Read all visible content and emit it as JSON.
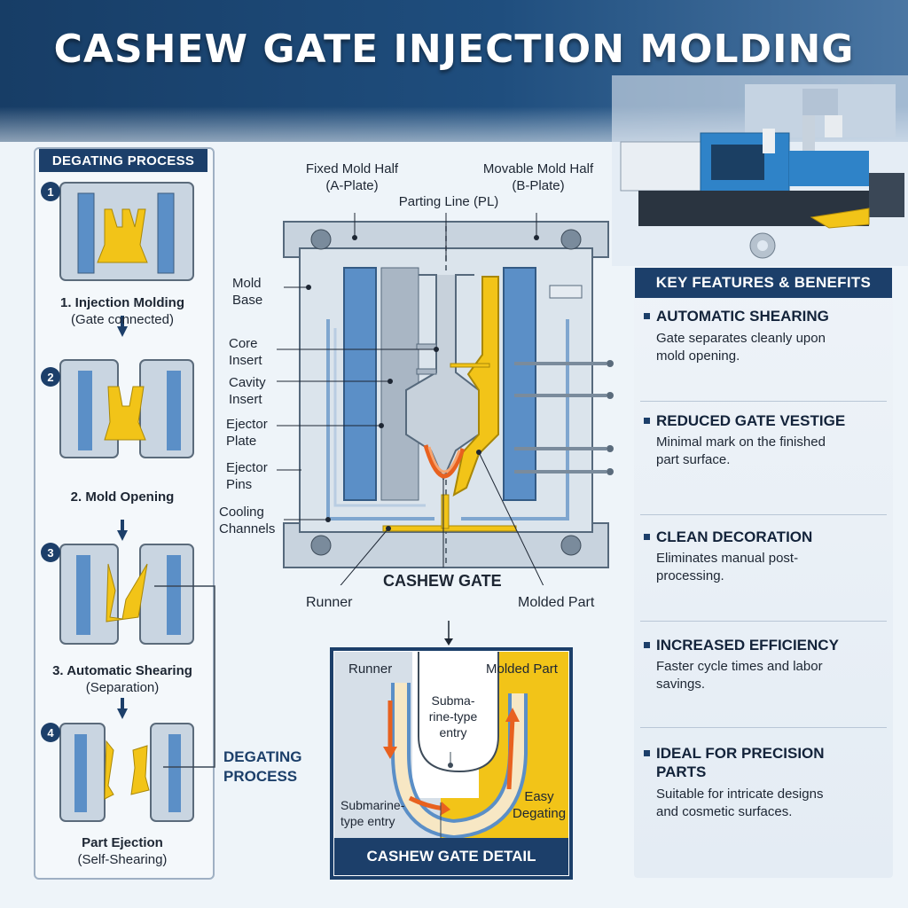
{
  "title": "CASHEW GATE INJECTION MOLDING",
  "degating": {
    "header": "DEGATING PROCESS",
    "steps": [
      {
        "num": "1",
        "title": "1. Injection Molding",
        "sub": "(Gate connected)"
      },
      {
        "num": "2",
        "title": "2. Mold Opening",
        "sub": ""
      },
      {
        "num": "3",
        "title": "3. Automatic Shearing",
        "sub": "(Separation)"
      },
      {
        "num": "4",
        "title": "Part Ejection",
        "sub": "(Self-Shearing)"
      }
    ],
    "side_label": "DEGATING PROCESS"
  },
  "diagram": {
    "fixed_half": "Fixed Mold Half",
    "fixed_plate": "(A-Plate)",
    "movable_half": "Movable Mold Half",
    "movable_plate": "(B-Plate)",
    "parting_line": "Parting Line (PL)",
    "mold_base": [
      "Mold",
      "Base"
    ],
    "core_insert": [
      "Core",
      "Insert"
    ],
    "cavity_insert": [
      "Cavity",
      "Insert"
    ],
    "ejector_plate": [
      "Ejector",
      "Plate"
    ],
    "ejector_pins": [
      "Ejector",
      "Pins"
    ],
    "cooling_channels": [
      "Cooling",
      "Channels"
    ],
    "runner": "Runner",
    "cashew_gate": "CASHEW GATE",
    "molded_part": "Molded Part"
  },
  "detail": {
    "runner": "Runner",
    "molded_part": "Molded Part",
    "entry_inner": [
      "Subma-",
      "rine-type",
      "entry"
    ],
    "entry_outer": [
      "Submarine-",
      "type entry"
    ],
    "easy": [
      "Easy",
      "Degating"
    ],
    "footer": "CASHEW GATE DETAIL"
  },
  "features": {
    "header": "KEY FEATURES & BENEFITS",
    "items": [
      {
        "title": "AUTOMATIC SHEARING",
        "desc": [
          "Gate separates cleanly upon",
          "mold opening."
        ]
      },
      {
        "title": "REDUCED GATE VESTIGE",
        "desc": [
          "Minimal mark on the finished",
          "part surface."
        ]
      },
      {
        "title": "CLEAN DECORATION",
        "desc": [
          "Eliminates manual post-",
          "processing."
        ]
      },
      {
        "title": "INCREASED EFFICIENCY",
        "desc": [
          "Faster cycle times and labor",
          "savings."
        ]
      },
      {
        "title": [
          "IDEAL FOR PRECISION",
          "PARTS"
        ],
        "desc": [
          "Suitable for intricate designs",
          "and cosmetic surfaces."
        ]
      }
    ]
  },
  "colors": {
    "navy": "#1c3f6a",
    "steel": "#9fb3c8",
    "blue": "#5b8fc7",
    "yellow": "#f2c418",
    "orange": "#e8611f"
  }
}
